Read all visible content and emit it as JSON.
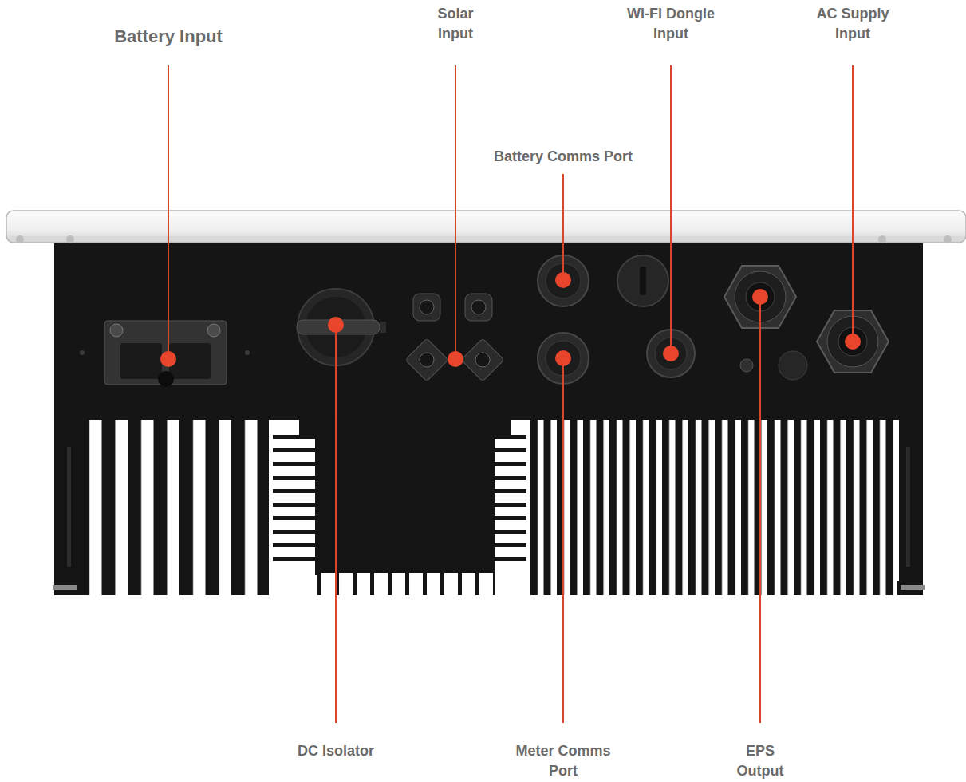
{
  "diagram": {
    "labels": [
      "Battery Input",
      "Solar Input",
      "Wi-Fi Dongle Input",
      "AC Supply Input",
      "Battery Comms Port",
      "DC Isolator",
      "Meter Comms Port",
      "EPS Output"
    ]
  }
}
